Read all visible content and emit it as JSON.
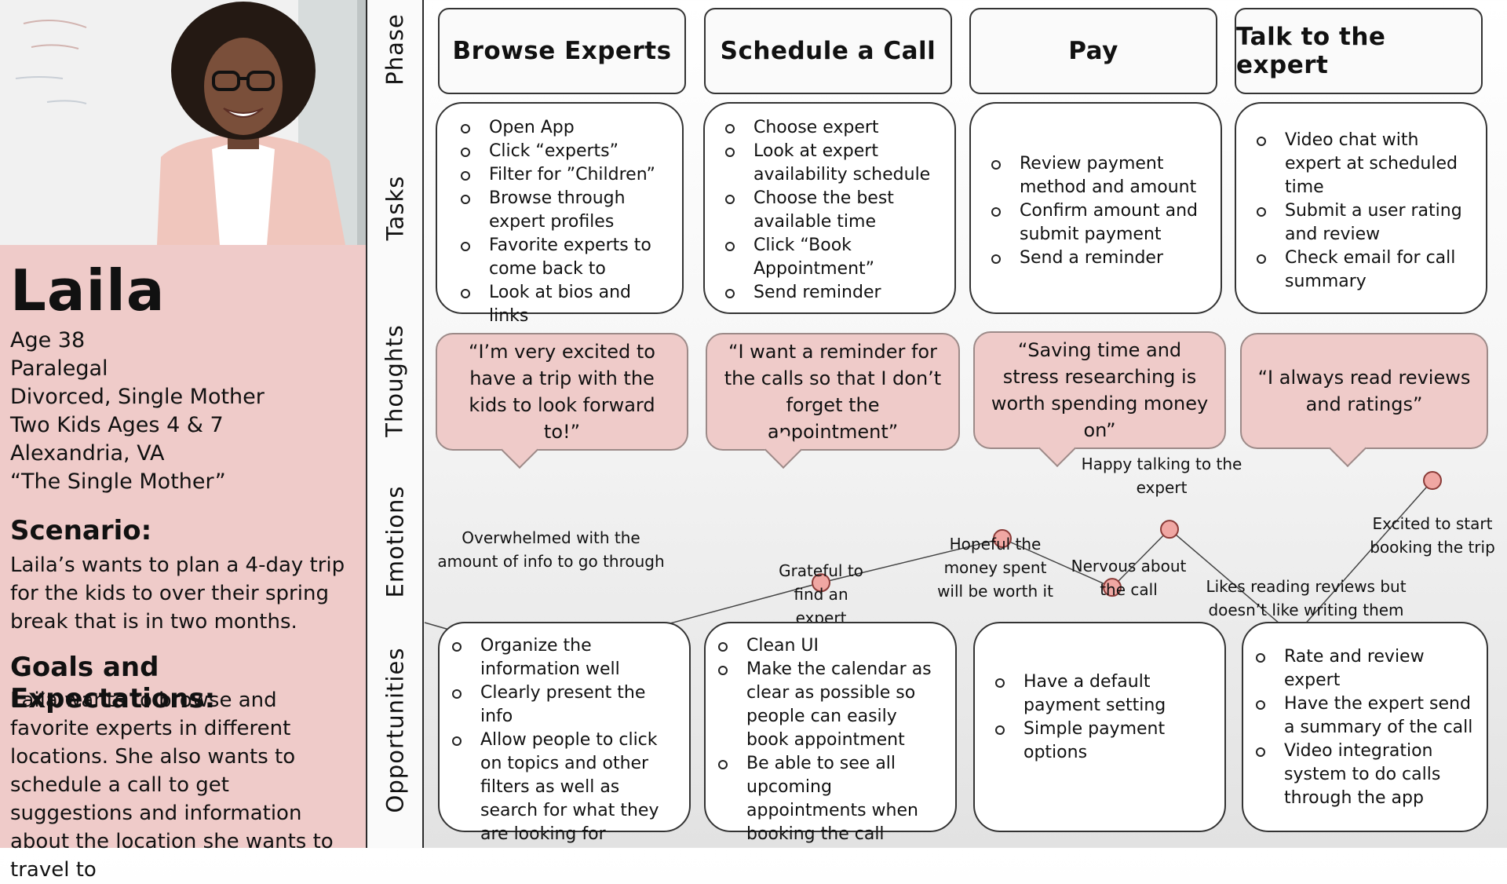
{
  "persona": {
    "name": "Laila",
    "facts": [
      "Age 38",
      "Paralegal",
      "Divorced, Single Mother",
      "Two Kids Ages 4 & 7",
      "Alexandria, VA",
      "“The Single Mother”"
    ],
    "scenario_heading": "Scenario:",
    "scenario_text": "Laila’s wants to plan a 4-day trip for the kids to over their spring break that is in two months.",
    "goals_heading": "Goals and Expectations:",
    "goals_text": "Laila wants to browse and favorite experts in different locations. She also wants to schedule a call to get suggestions and information about the location she wants to travel to"
  },
  "rows": [
    "Phase",
    "Tasks",
    "Thoughts",
    "Emotions",
    "Opportunities"
  ],
  "phases": [
    "Browse Experts",
    "Schedule a Call",
    "Pay",
    "Talk to the expert"
  ],
  "tasks": [
    [
      "Open App",
      "Click “experts”",
      "Filter for ”Children”",
      "Browse through expert profiles",
      "Favorite experts to come back to",
      "Look at bios and links"
    ],
    [
      "Choose expert",
      "Look at expert availability schedule",
      "Choose the best available time",
      "Click “Book Appointment”",
      "Send reminder"
    ],
    [
      "Review payment method and amount",
      "Confirm amount and submit payment",
      "Send a reminder"
    ],
    [
      "Video chat with expert at scheduled time",
      "Submit a user rating and review",
      "Check email for call summary"
    ]
  ],
  "thoughts": [
    "“I’m very excited to have a trip with the kids to look forward to!”",
    "“I want a reminder for the calls so that I don’t forget the appointment”",
    "“Saving time and stress researching is worth spending money on”",
    "“I always read reviews and ratings”"
  ],
  "emotions": [
    {
      "label": "Overwhelmed with the amount of info to go through",
      "level": 0.24
    },
    {
      "label": "Grateful to find an expert",
      "level": 0.56
    },
    {
      "label": "Hopeful the money spent will be worth it",
      "level": 0.75
    },
    {
      "label": "Nervous about the call",
      "level": 0.54
    },
    {
      "label": "Happy talking to the expert",
      "level": 0.79
    },
    {
      "label": "Likes reading reviews but doesn’t like writing them",
      "level": 0.33
    },
    {
      "label": "Excited to start booking the trip",
      "level": 1.0
    }
  ],
  "opportunities": [
    [
      "Organize the information well",
      "Clearly present the info",
      "Allow people to click on topics and other filters as well as search for what they are looking for"
    ],
    [
      "Clean UI",
      "Make the calendar as clear as possible so people can easily book appointment",
      "Be able to see all upcoming appointments when booking the call"
    ],
    [
      "Have a default payment setting",
      "Simple payment options"
    ],
    [
      "Rate and review expert",
      "Have the expert send a summary of the call",
      "Video integration system to do calls through the app"
    ]
  ],
  "colors": {
    "persona_bg": "#efcbc9",
    "dot": "#f0a7a3",
    "dot_stroke": "#8a3b38",
    "line": "#444444"
  }
}
